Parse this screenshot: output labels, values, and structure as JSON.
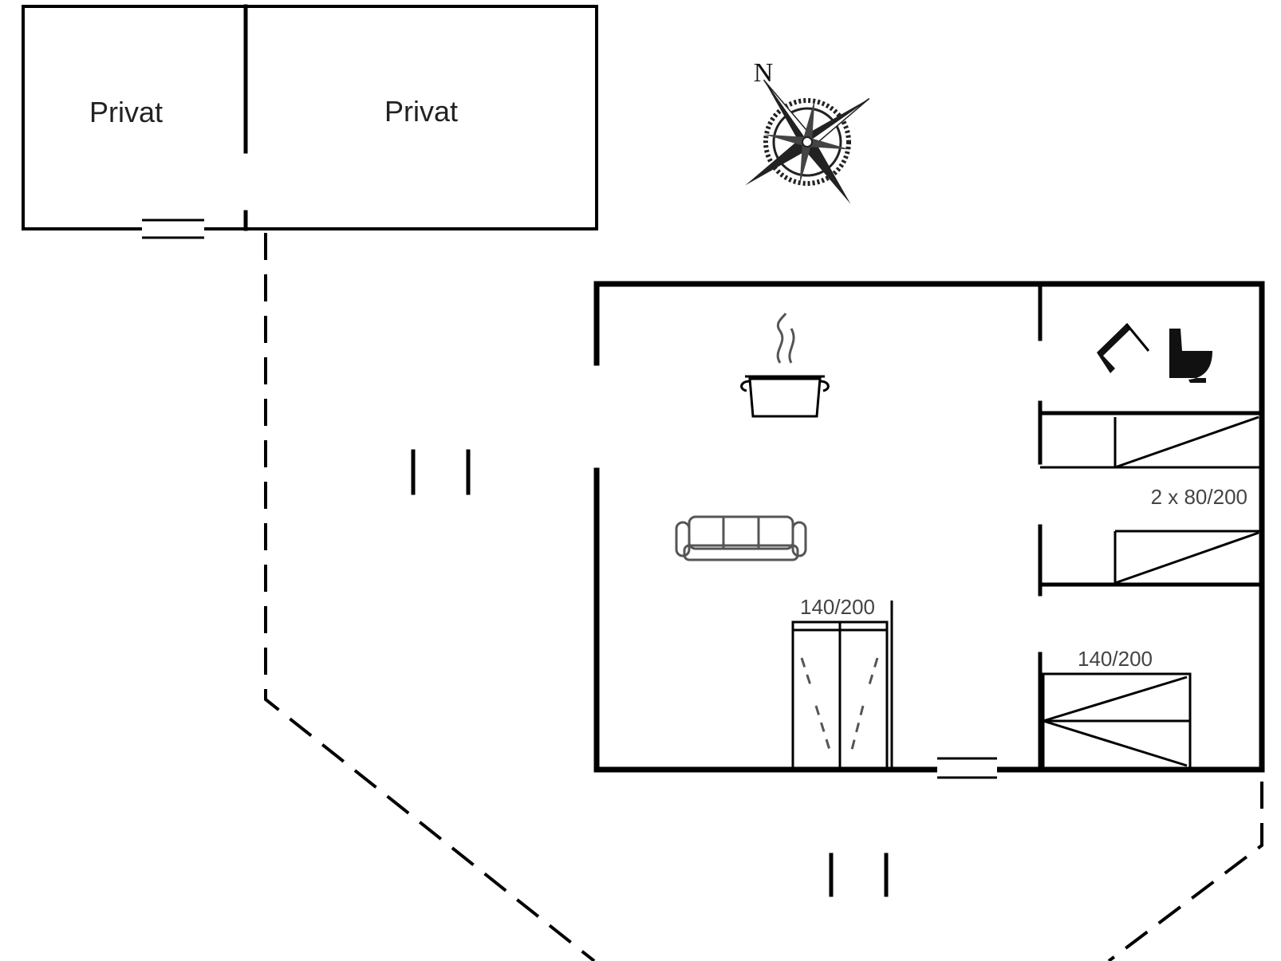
{
  "rooms": {
    "private_left": "Privat",
    "private_right": "Privat"
  },
  "compass": {
    "north_label": "N"
  },
  "beds": {
    "double_living": "140/200",
    "twin_singles": "2 x 80/200",
    "double_bedroom": "140/200"
  },
  "icons": {
    "kitchen": "cooking-pot-icon",
    "living": "sofa-icon",
    "bathroom": "toilet-icon"
  }
}
